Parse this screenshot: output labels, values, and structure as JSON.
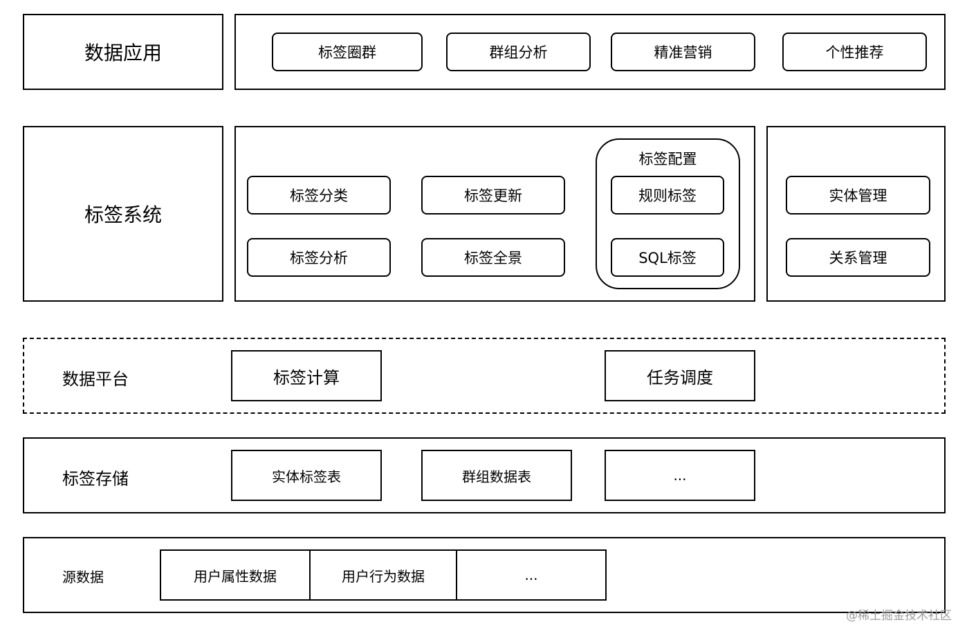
{
  "layers": {
    "app": {
      "title": "数据应用",
      "items": [
        "标签圈群",
        "群组分析",
        "精准营销",
        "个性推荐"
      ]
    },
    "tag_system": {
      "title": "标签系统",
      "core": [
        "标签分类",
        "标签更新",
        "标签分析",
        "标签全景"
      ],
      "config": {
        "title": "标签配置",
        "items": [
          "规则标签",
          "SQL标签"
        ]
      },
      "entity": [
        "实体管理",
        "关系管理"
      ]
    },
    "platform": {
      "title": "数据平台",
      "items": [
        "标签计算",
        "任务调度"
      ]
    },
    "storage": {
      "title": "标签存储",
      "items": [
        "实体标签表",
        "群组数据表",
        "..."
      ]
    },
    "source": {
      "title": "源数据",
      "items": [
        "用户属性数据",
        "用户行为数据",
        "..."
      ]
    }
  },
  "watermark": "@稀土掘金技术社区"
}
